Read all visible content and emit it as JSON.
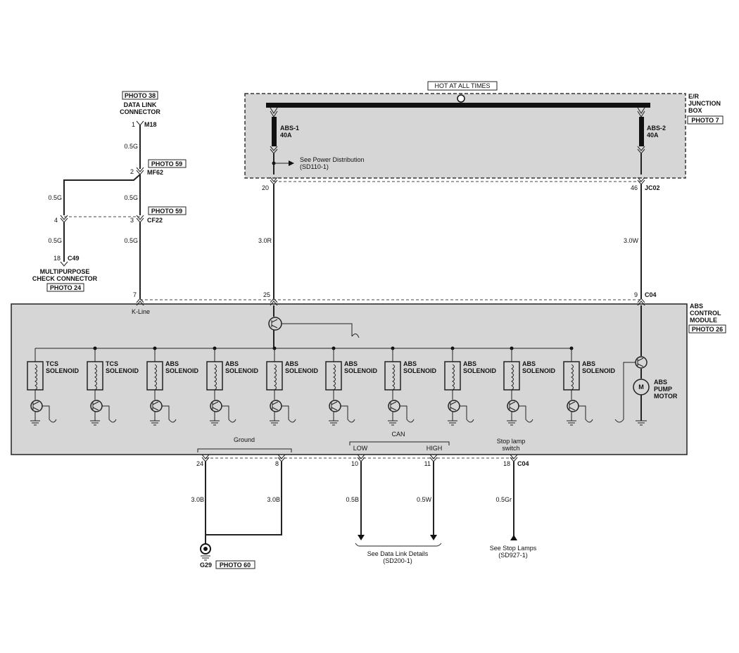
{
  "connectors": {
    "photo38": "PHOTO 38",
    "data_link_connector": [
      "DATA LINK",
      "CONNECTOR"
    ],
    "m18_pin": "1",
    "m18": "M18",
    "wire_top": "0.5G",
    "photo59_a": "PHOTO 59",
    "mf62_pin": "2",
    "mf62": "MF62",
    "wire_left_1": "0.5G",
    "wire_mid_1": "0.5G",
    "photo59_b": "PHOTO 59",
    "cf22_pin_left": "4",
    "cf22_pin_right": "3",
    "cf22": "CF22",
    "wire_left_2": "0.5G",
    "wire_mid_2": "0.5G",
    "c49_pin": "18",
    "c49": "C49",
    "multipurpose": [
      "MULTIPURPOSE",
      "CHECK CONNECTOR"
    ],
    "photo24": "PHOTO 24"
  },
  "junction_box": {
    "hot_label": "HOT AT ALL TIMES",
    "name": [
      "E/R",
      "JUNCTION",
      "BOX"
    ],
    "photo": "PHOTO 7",
    "fuse1": [
      "ABS-1",
      "40A"
    ],
    "fuse2": [
      "ABS-2",
      "40A"
    ],
    "power_ref": [
      "See Power Distribution",
      "(SD110-1)"
    ],
    "pin20": "20",
    "pin46": "46",
    "jc02": "JC02",
    "wire_r": "3.0R",
    "wire_w": "3.0W"
  },
  "module": {
    "pin7": "7",
    "pin25": "25",
    "pin9": "9",
    "c04_top": "C04",
    "kline": "K-Line",
    "name": [
      "ABS",
      "CONTROL",
      "MODULE"
    ],
    "photo": "PHOTO 26",
    "solenoids": [
      [
        "TCS",
        "SOLENOID"
      ],
      [
        "TCS",
        "SOLENOID"
      ],
      [
        "ABS",
        "SOLENOID"
      ],
      [
        "ABS",
        "SOLENOID"
      ],
      [
        "ABS",
        "SOLENOID"
      ],
      [
        "ABS",
        "SOLENOID"
      ],
      [
        "ABS",
        "SOLENOID"
      ],
      [
        "ABS",
        "SOLENOID"
      ],
      [
        "ABS",
        "SOLENOID"
      ],
      [
        "ABS",
        "SOLENOID"
      ]
    ],
    "motor_letter": "M",
    "motor": [
      "ABS",
      "PUMP",
      "MOTOR"
    ],
    "ground": "Ground",
    "can": "CAN",
    "low": "LOW",
    "high": "HIGH",
    "stop_lamp_switch": [
      "Stop lamp",
      "switch"
    ]
  },
  "bottom": {
    "pin24": "24",
    "pin8": "8",
    "pin10": "10",
    "pin11": "11",
    "pin18": "18",
    "c04_bottom": "C04",
    "wire_b1": "3.0B",
    "wire_b2": "3.0B",
    "wire_low": "0.5B",
    "wire_high": "0.5W",
    "wire_gr": "0.5Gr",
    "g29": "G29",
    "photo60": "PHOTO 60",
    "data_link_ref": [
      "See Data Link Details",
      "(SD200-1)"
    ],
    "stop_lamps_ref": [
      "See Stop Lamps",
      "(SD927-1)"
    ]
  }
}
